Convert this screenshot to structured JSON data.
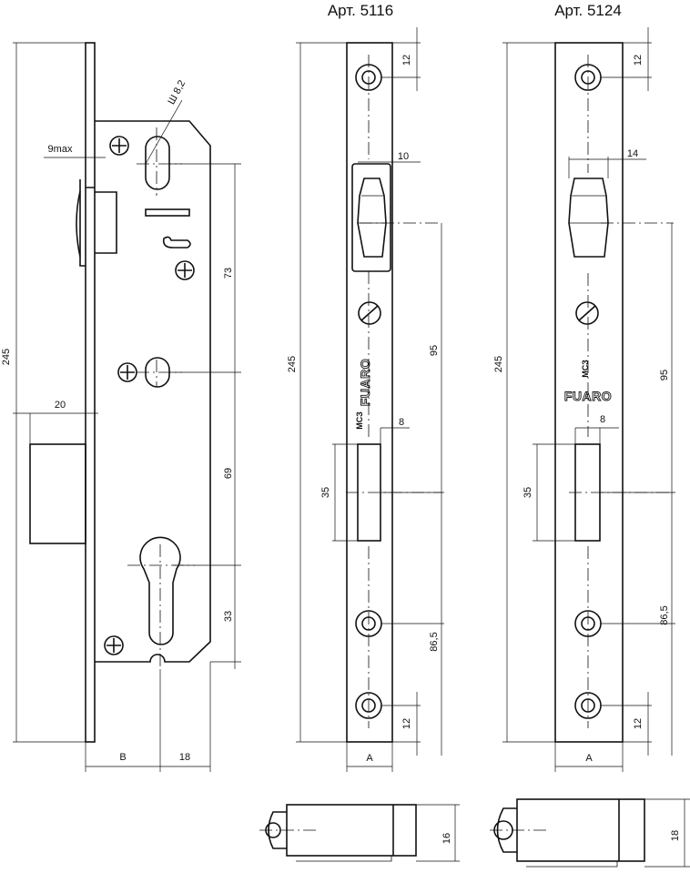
{
  "titles": {
    "left_variant": "Арт. 5116",
    "right_variant": "Арт. 5124"
  },
  "lock_body": {
    "overall_height": "245",
    "backset_open": "9max",
    "slot_diameter": "Ш 8,2",
    "spacing_upper": "73",
    "spacing_middle": "69",
    "spacing_lower": "33",
    "deadbolt_projection": "20",
    "backset": "B",
    "depth": "18"
  },
  "strike_5116": {
    "overall_height": "245",
    "hole_offset_top": "12",
    "hole_offset_bottom": "12",
    "latch_width": "10",
    "latch_to_bolt": "95",
    "bolt_width": "8",
    "bolt_height": "35",
    "bolt_to_hole": "86,5",
    "plate_width": "A",
    "brand": "FUARO",
    "mark": "МСЗ"
  },
  "strike_5124": {
    "overall_height": "245",
    "hole_offset_top": "12",
    "hole_offset_bottom": "12",
    "latch_width": "14",
    "latch_to_bolt": "95",
    "bolt_width": "8",
    "bolt_height": "35",
    "bolt_to_hole": "86,5",
    "plate_width": "A",
    "brand": "FUARO",
    "mark": "МСЗ"
  },
  "side_views": {
    "left_thickness": "16",
    "right_thickness": "18"
  }
}
